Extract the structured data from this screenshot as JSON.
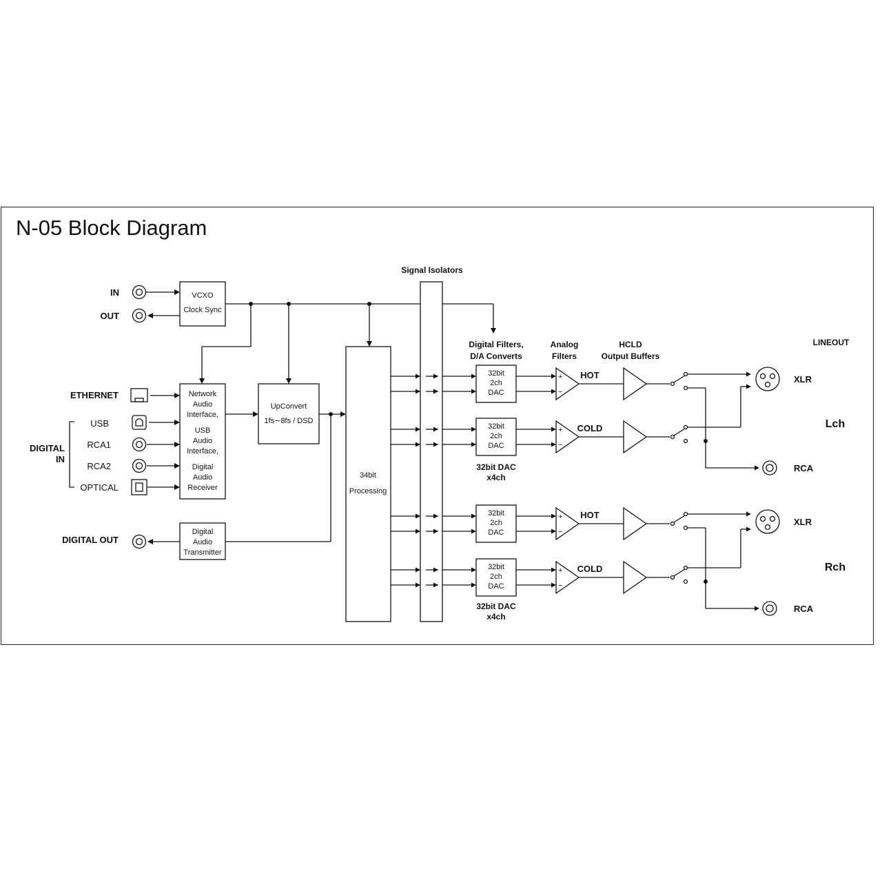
{
  "title": "N-05 Block Diagram",
  "clock": {
    "in_label": "IN",
    "out_label": "OUT",
    "vcxo": [
      "VCXO",
      "Clock  Sync"
    ]
  },
  "inputs": {
    "ethernet": "ETHERNET",
    "usb": "USB",
    "rca1": "RCA1",
    "rca2": "RCA2",
    "optical": "OPTICAL",
    "digital_in": [
      "DIGITAL",
      "IN"
    ],
    "digital_out": "DIGITAL OUT"
  },
  "blocks": {
    "network": [
      "Network",
      "Audio",
      "Interface,",
      "USB",
      "Audio",
      "Interface,",
      "Digital",
      "Audio",
      "Receiver"
    ],
    "upconvert": [
      "UpConvert",
      "1fs∼8fs / DSD"
    ],
    "processing": [
      "34bit",
      "Processing"
    ],
    "transmitter": [
      "Digital",
      "Audio",
      "Transmitter"
    ],
    "dac": [
      "32bit",
      "2ch",
      "DAC"
    ]
  },
  "headers": {
    "signal_isolators": "Signal Isolators",
    "digital_filters": [
      "Digital Filters,",
      "D/A Converts"
    ],
    "analog_filters": [
      "Analog",
      "Filters"
    ],
    "hcld": [
      "HCLD",
      "Output Buffers"
    ],
    "lineout": "LINEOUT"
  },
  "outputs": {
    "hot": "HOT",
    "cold": "COLD",
    "plus": "+",
    "minus": "−",
    "dac_x4": [
      "32bit DAC",
      "x4ch"
    ],
    "xlr": "XLR",
    "rca": "RCA",
    "lch": "Lch",
    "rch": "Rch"
  }
}
